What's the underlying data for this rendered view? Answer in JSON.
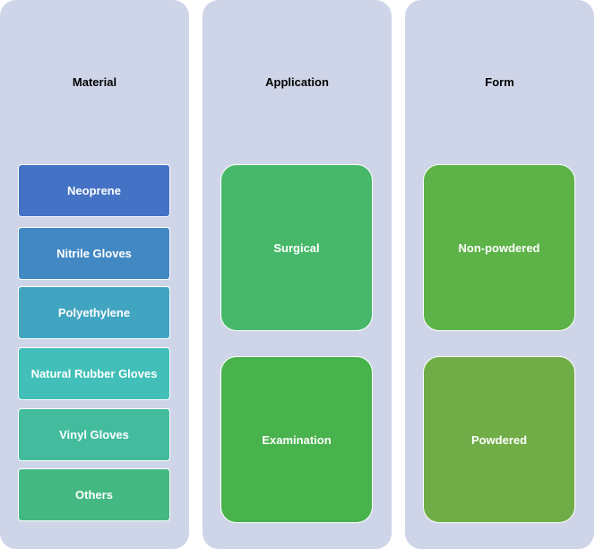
{
  "material": {
    "title": "Material",
    "items": [
      {
        "label": "Neoprene",
        "color": "#4472c4"
      },
      {
        "label": "Nitrile Gloves",
        "color": "#4288c2"
      },
      {
        "label": "Polyethylene",
        "color": "#41a5c1"
      },
      {
        "label": "Natural Rubber Gloves",
        "color": "#41bfb8"
      },
      {
        "label": "Vinyl Gloves",
        "color": "#43bc9e"
      },
      {
        "label": "Others",
        "color": "#44b882"
      }
    ]
  },
  "application": {
    "title": "Application",
    "items": [
      {
        "label": "Surgical",
        "color": "#47b86a"
      },
      {
        "label": "Examination",
        "color": "#48b24c"
      }
    ]
  },
  "form": {
    "title": "Form",
    "items": [
      {
        "label": "Non-powdered",
        "color": "#5db248"
      },
      {
        "label": "Powdered",
        "color": "#70ad47"
      }
    ]
  },
  "colors": {
    "column_background": "#cfd5e8",
    "text_dark": "#000000",
    "text_light": "#ffffff"
  }
}
